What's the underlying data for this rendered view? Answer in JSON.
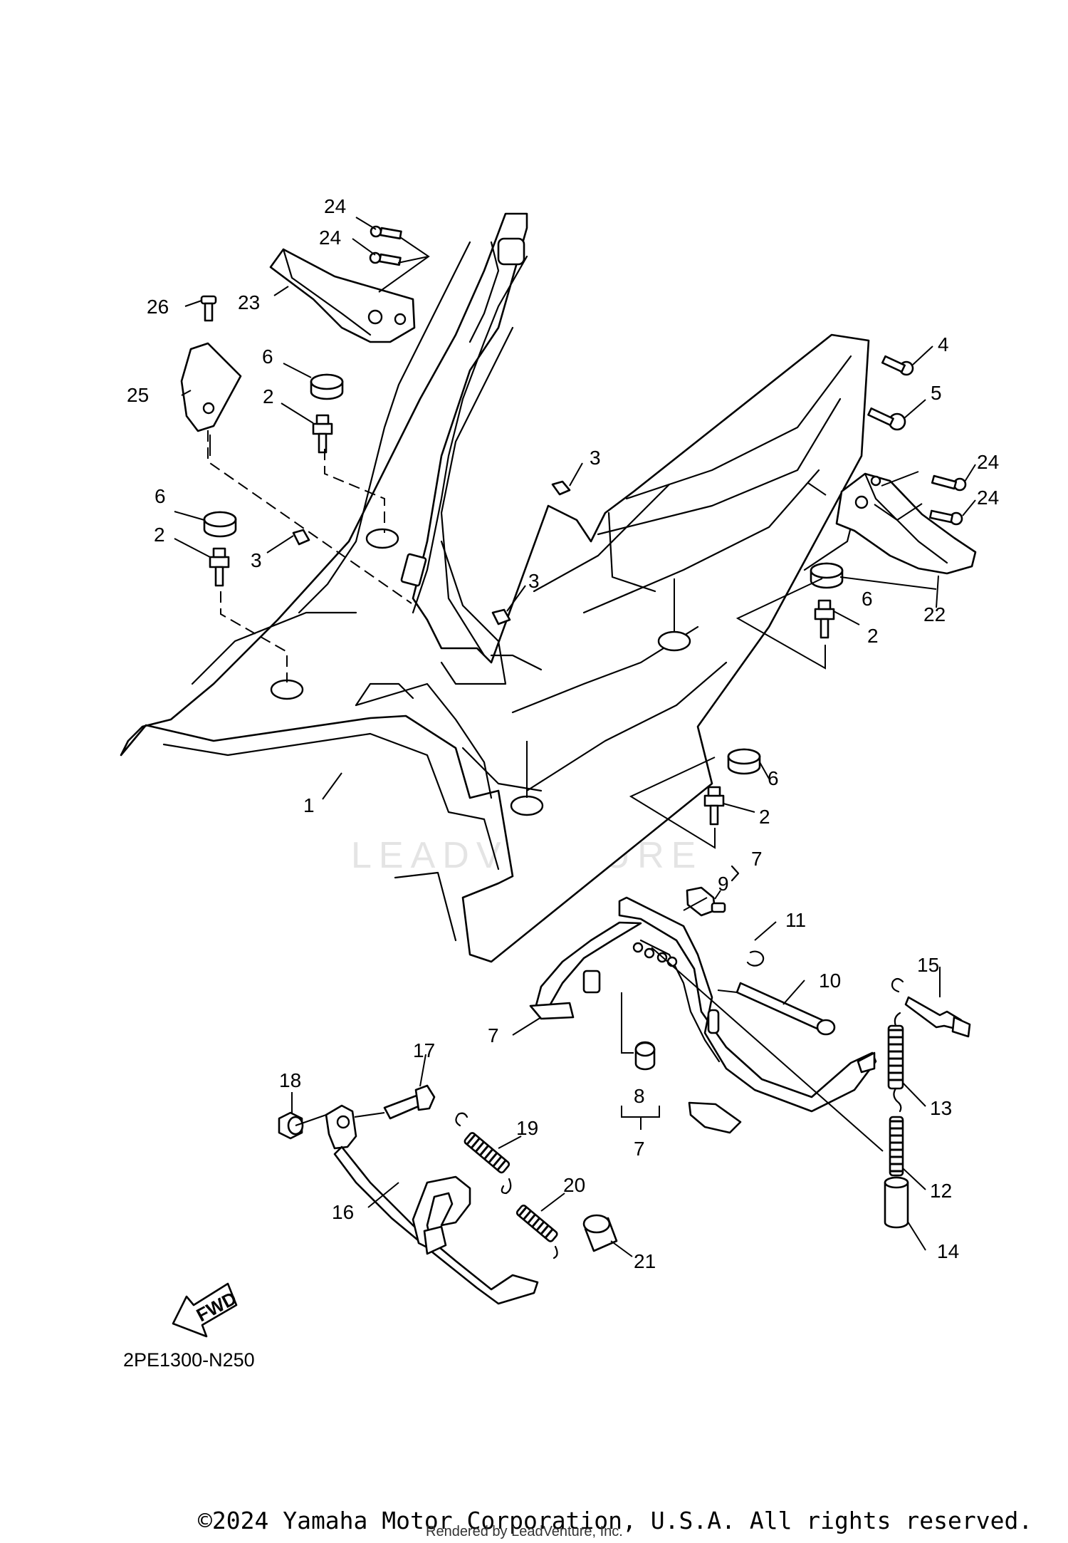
{
  "diagram": {
    "diagram_code": "2PE1300-N250",
    "direction_marker": "FWD",
    "watermark": "LEADVENTURE",
    "copyright": "©2024 Yamaha Motor Corporation, U.S.A. All rights reserved.",
    "rendered_by": "Rendered by LeadVenture, Inc.",
    "callouts": {
      "c1": "1",
      "c2a": "2",
      "c2b": "2",
      "c2c": "2",
      "c2d": "2",
      "c3a": "3",
      "c3b": "3",
      "c3c": "3",
      "c4": "4",
      "c5": "5",
      "c6a": "6",
      "c6b": "6",
      "c6c": "6",
      "c6d": "6",
      "c7a": "7",
      "c7b": "7",
      "c7c": "7",
      "c8": "8",
      "c9": "9",
      "c10": "10",
      "c11": "11",
      "c12": "12",
      "c13": "13",
      "c14": "14",
      "c15": "15",
      "c16": "16",
      "c17": "17",
      "c18": "18",
      "c19": "19",
      "c20": "20",
      "c21": "21",
      "c22": "22",
      "c23": "23",
      "c24a": "24",
      "c24b": "24",
      "c24c": "24",
      "c24d": "24",
      "c25": "25",
      "c26": "26"
    }
  }
}
